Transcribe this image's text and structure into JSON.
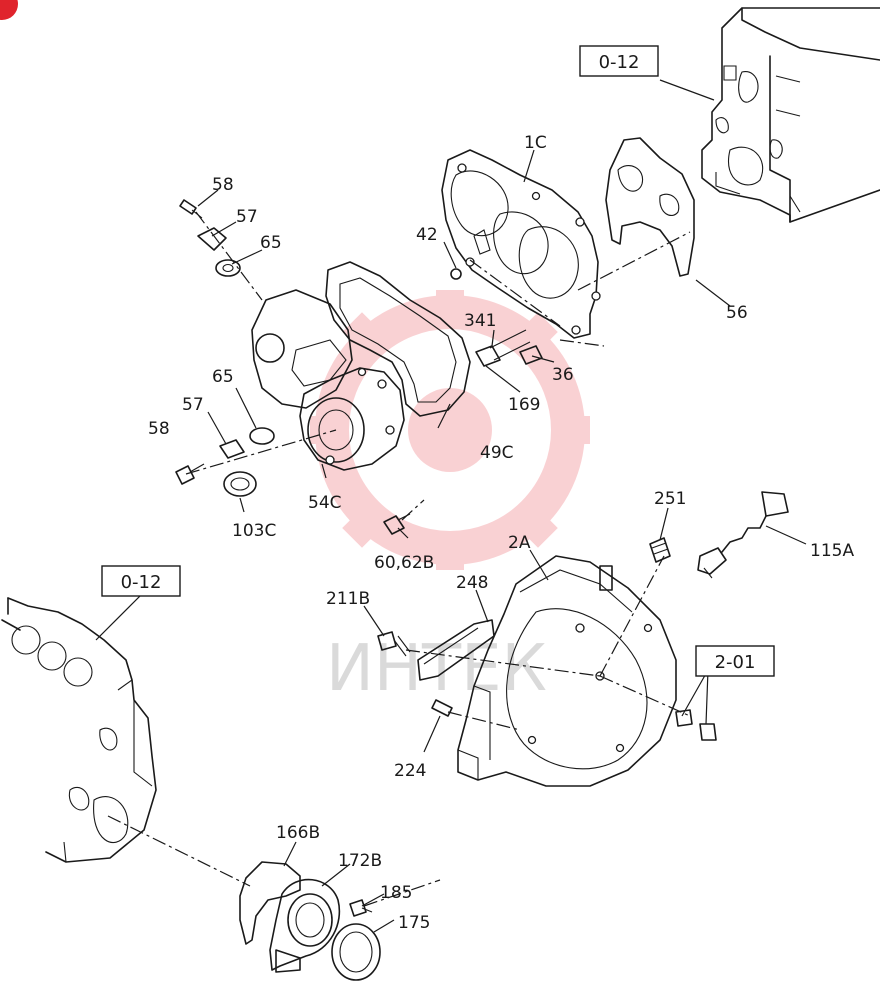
{
  "watermark": {
    "text": "ИНТЕК",
    "color": "#e8323c"
  },
  "badge_color": "#e0242c",
  "reference_boxes": [
    {
      "id": "ref-0-12-top",
      "text": "0-12"
    },
    {
      "id": "ref-0-12-left",
      "text": "0-12"
    },
    {
      "id": "ref-2-01",
      "text": "2-01"
    }
  ],
  "callouts": [
    {
      "id": "58-top",
      "text": "58"
    },
    {
      "id": "57-top",
      "text": "57"
    },
    {
      "id": "65-top",
      "text": "65"
    },
    {
      "id": "1C",
      "text": "1C"
    },
    {
      "id": "42",
      "text": "42"
    },
    {
      "id": "56",
      "text": "56"
    },
    {
      "id": "341",
      "text": "341"
    },
    {
      "id": "36",
      "text": "36"
    },
    {
      "id": "169",
      "text": "169"
    },
    {
      "id": "65-mid",
      "text": "65"
    },
    {
      "id": "57-mid",
      "text": "57"
    },
    {
      "id": "58-mid",
      "text": "58"
    },
    {
      "id": "49C",
      "text": "49C"
    },
    {
      "id": "54C",
      "text": "54C"
    },
    {
      "id": "103C",
      "text": "103C"
    },
    {
      "id": "60-62B",
      "text": "60,62B"
    },
    {
      "id": "251",
      "text": "251"
    },
    {
      "id": "115A",
      "text": "115A"
    },
    {
      "id": "2A",
      "text": "2A"
    },
    {
      "id": "248",
      "text": "248"
    },
    {
      "id": "211B",
      "text": "211B"
    },
    {
      "id": "224",
      "text": "224"
    },
    {
      "id": "166B",
      "text": "166B"
    },
    {
      "id": "172B",
      "text": "172B"
    },
    {
      "id": "185",
      "text": "185"
    },
    {
      "id": "175",
      "text": "175"
    }
  ]
}
